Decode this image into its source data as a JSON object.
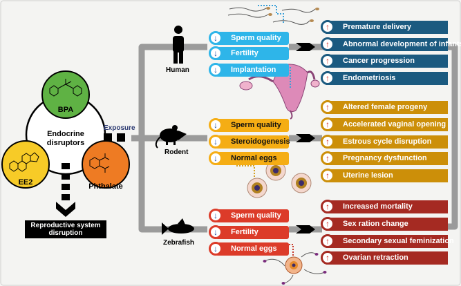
{
  "center": {
    "title_line1": "Endocrine",
    "title_line2": "disruptors",
    "chemicals": [
      "BPA",
      "EE2",
      "Phthalate"
    ],
    "exposure_label": "Exposure",
    "outcome": {
      "line1": "Reproductive system",
      "line2": "disruption"
    }
  },
  "organisms": [
    {
      "name": "Human",
      "color": "#2eb5e9",
      "effect_color": "#1b5a80",
      "effects": [
        "Sperm quality",
        "Fertility",
        "Implantation"
      ],
      "outcomes": [
        "Premature delivery",
        "Abnormal development of infants",
        "Cancer progression",
        "Endometriosis"
      ]
    },
    {
      "name": "Rodent",
      "color": "#f5ad14",
      "effect_color": "#cc8f09",
      "effects": [
        "Sperm quality",
        "Steroidogenesis",
        "Normal eggs"
      ],
      "outcomes": [
        "Altered female progeny",
        "Accelerated vaginal opening",
        "Estrous cycle disruption",
        "Pregnancy dysfunction",
        "Uterine lesion"
      ]
    },
    {
      "name": "Zebrafish",
      "color": "#dc3b29",
      "effect_color": "#a52a22",
      "effects": [
        "Sperm quality",
        "Fertility",
        "Normal eggs"
      ],
      "outcomes": [
        "Increased mortality",
        "Sex ration change",
        "Secondary sexual feminization",
        "Ovarian retraction"
      ]
    }
  ],
  "icons": {
    "decrease": "↓",
    "increase": "↑"
  },
  "colors": {
    "arrow_gray": "#9b9b9b",
    "bpa": "#5fb244",
    "ee2": "#f7cb27",
    "phthalate": "#ee7b23"
  }
}
